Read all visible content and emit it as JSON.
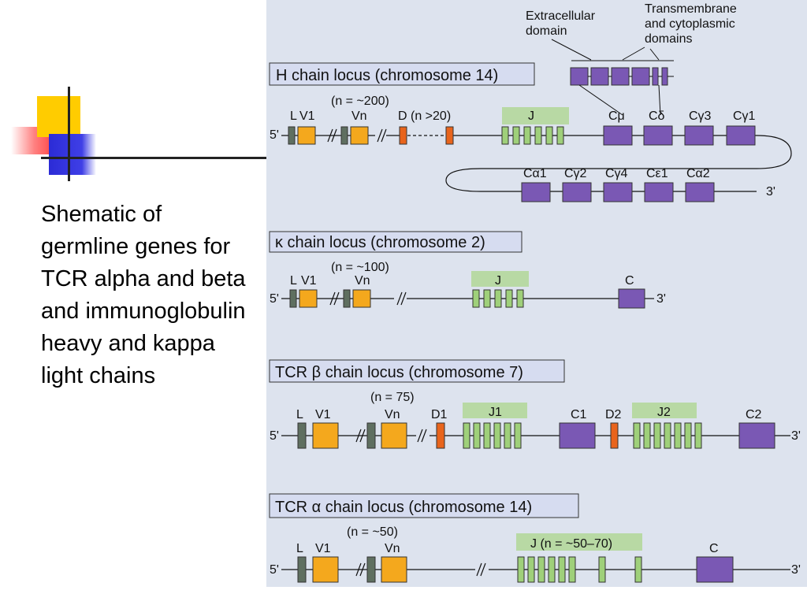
{
  "slide": {
    "caption": "Shematic of germline genes for TCR alpha and beta and immunoglobulin heavy and kappa light chains"
  },
  "colors": {
    "leader": "#5f6f60",
    "v_segment": "#f4a81d",
    "d_segment": "#e8641c",
    "j_segment": "#9fd07a",
    "c_segment": "#7a58b4",
    "label_box": "#d6dcf0"
  },
  "figure": {
    "domains": {
      "extracellular": [
        "Extracellular",
        "domain"
      ],
      "transmembrane": [
        "Transmembrane",
        "and cytoplasmic",
        "domains"
      ]
    },
    "heavy": {
      "title": "H chain locus (chromosome 14)",
      "count": "(n = ~200)",
      "five": "5'",
      "three": "3'",
      "L": "L",
      "V1": "V1",
      "Vn": "Vn",
      "D": "D (n >20)",
      "J": "J",
      "row1_c": [
        "Cμ",
        "Cδ",
        "Cγ3",
        "Cγ1"
      ],
      "row2_c": [
        "Cα1",
        "Cγ2",
        "Cγ4",
        "Cε1",
        "Cα2"
      ]
    },
    "kappa": {
      "title": "κ chain locus (chromosome 2)",
      "count": "(n = ~100)",
      "five": "5'",
      "three": "3'",
      "L": "L",
      "V1": "V1",
      "Vn": "Vn",
      "J": "J",
      "C": "C"
    },
    "tcrb": {
      "title": "TCR β chain locus (chromosome 7)",
      "count": "(n = 75)",
      "five": "5'",
      "three": "3'",
      "L": "L",
      "V1": "V1",
      "Vn": "Vn",
      "D1": "D1",
      "J1": "J1",
      "C1": "C1",
      "D2": "D2",
      "J2": "J2",
      "C2": "C2"
    },
    "tcra": {
      "title": "TCR α chain locus (chromosome 14)",
      "count": "(n = ~50)",
      "five": "5'",
      "three": "3'",
      "L": "L",
      "V1": "V1",
      "Vn": "Vn",
      "J": "J (n = ~50–70)",
      "C": "C"
    }
  }
}
